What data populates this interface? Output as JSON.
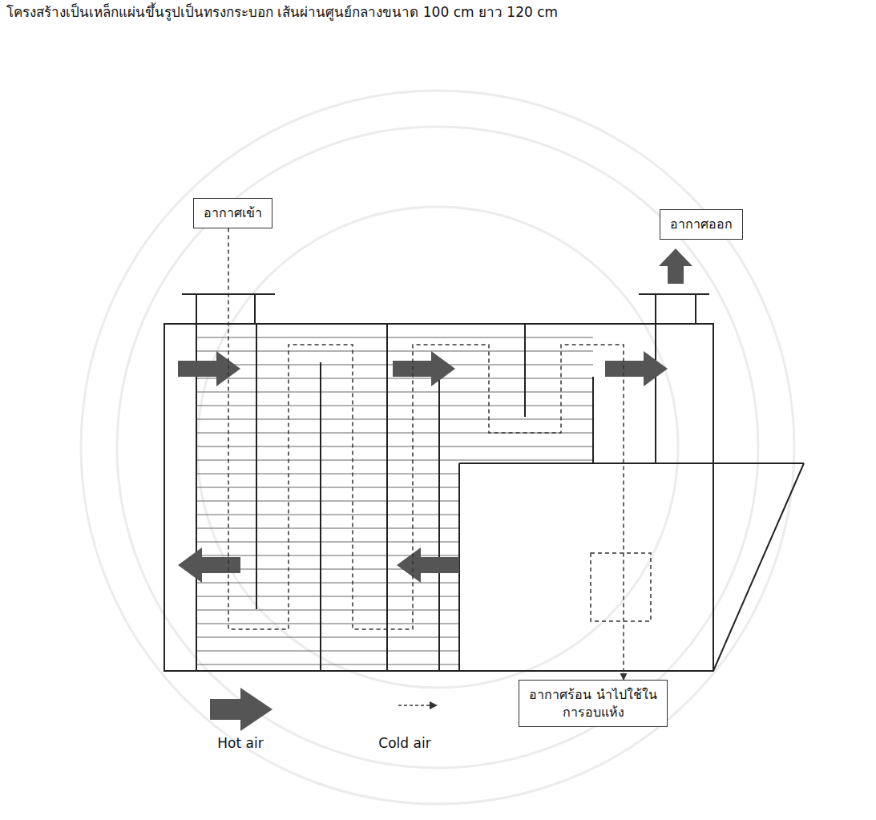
{
  "diagram": {
    "title": "โครงสร้างเป็นเหล็กแผ่นขึ้นรูปเป็นทรงกระบอก เส้นผ่านศูนย์กลางขนาด 100 cm ยาว 120 cm",
    "nodes": [
      {
        "text": [
          "อากาศเข้า"
        ]
      },
      {
        "text": [
          "อากาศออก"
        ]
      },
      {
        "text": [
          "อากาศร้อน นำไปใช้ในการอบแห้ง"
        ]
      }
    ],
    "edges": [
      {
        "from": 0,
        "to": 2,
        "arrow": "to"
      }
    ],
    "legend": [
      {
        "text": "Hot air"
      },
      {
        "text": "Cold air"
      }
    ]
  }
}
